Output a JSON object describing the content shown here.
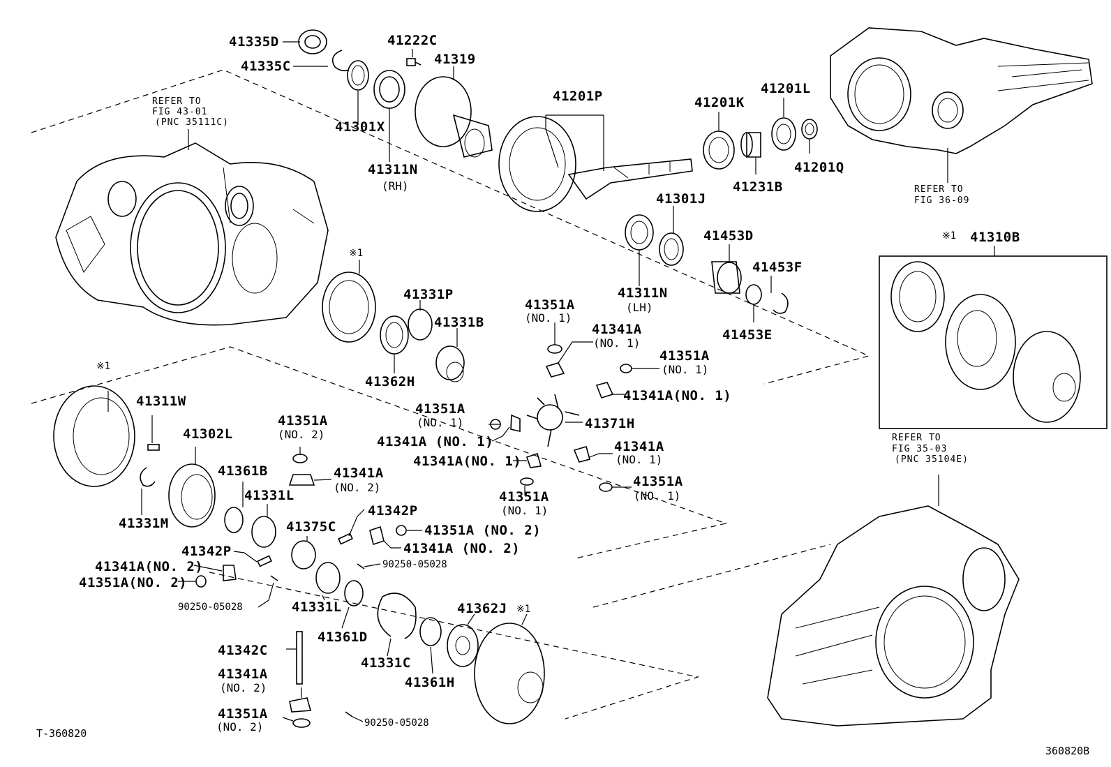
{
  "labels": {
    "p41335D": "41335D",
    "p41335C": "41335C",
    "p41301X": "41301X",
    "p41222C": "41222C",
    "p41319": "41319",
    "p41311N_rh": "41311N",
    "rh": "(RH)",
    "p41201P": "41201P",
    "p41201K": "41201K",
    "p41201L": "41201L",
    "p41231B": "41231B",
    "p41201Q": "41201Q",
    "p41301J": "41301J",
    "p41311N_lh": "41311N",
    "lh": "(LH)",
    "p41453D": "41453D",
    "p41453F": "41453F",
    "p41453E": "41453E",
    "p41310B": "41310B",
    "p41331P": "41331P",
    "p41331B": "41331B",
    "p41362H": "41362H",
    "p41351A_top": "41351A",
    "no1_top": "(NO. 1)",
    "p41341A_top": "41341A",
    "no1_341top": "(NO. 1)",
    "p41351A_r1": "41351A",
    "no1_r1": "(NO. 1)",
    "p41341A_r1": "41341A(NO. 1)",
    "p41351A_left1": "41351A",
    "no1_left1": "(NO. 1)",
    "p41371H": "41371H",
    "p41341A_left1": "41341A (NO. 1)",
    "p41341A_left2": "41341A(NO. 1)",
    "p41341A_r2": "41341A",
    "no1_r2": "(NO. 1)",
    "p41351A_r3": "41351A",
    "no1_r3": "(NO. 1)",
    "p41351A_bot1": "41351A",
    "no1_bot1": "(NO. 1)",
    "p41311W": "41311W",
    "p41302L": "41302L",
    "p41351A_no2a": "41351A",
    "no2a": "(NO. 2)",
    "p41341A_no2a": "41341A",
    "no2_341a": "(NO. 2)",
    "p41361B": "41361B",
    "p41331L_a": "41331L",
    "p41331M": "41331M",
    "p41375C": "41375C",
    "p41342P_a": "41342P",
    "p41351A_no2b": "41351A (NO. 2)",
    "p41341A_no2b": "41341A (NO. 2)",
    "p90250_a": "90250-05028",
    "p41342P_b": "41342P",
    "p41341A_no2c": "41341A(NO. 2)",
    "p41351A_no2c": "41351A(NO. 2)",
    "p90250_b": "90250-05028",
    "p41331L_b": "41331L",
    "p41361D": "41361D",
    "p41331C": "41331C",
    "p41362J": "41362J",
    "p41361H": "41361H",
    "p41342C": "41342C",
    "p41341A_no2d": "41341A",
    "no2_d": "(NO. 2)",
    "p41351A_no2e": "41351A",
    "no2_e": "(NO. 2)",
    "p90250_c": "90250-05028"
  },
  "marks": {
    "m1a": "※1",
    "m1b": "※1",
    "m1c": "※1",
    "m1d": "※1"
  },
  "refs": {
    "r1_line1": "REFER TO",
    "r1_line2": "FIG 43-01",
    "r1_line3": "(PNC 35111C)",
    "r2_line1": "REFER TO",
    "r2_line2": "FIG 36-09",
    "r3_line1": "REFER TO",
    "r3_line2": "FIG 35-03",
    "r3_line3": "(PNC 35104E)"
  },
  "footer": {
    "left_code": "T-360820",
    "right_code": "360820B"
  }
}
